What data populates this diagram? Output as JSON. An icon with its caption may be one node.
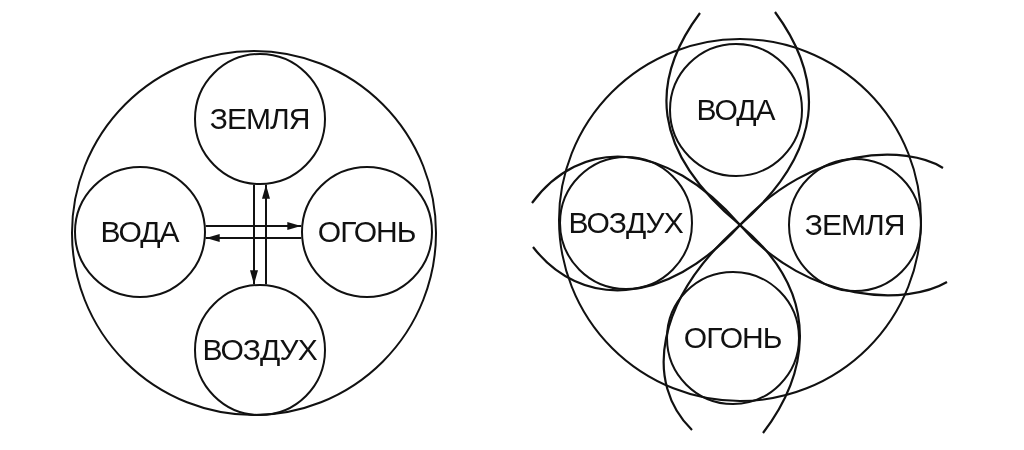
{
  "diagram": {
    "nodes": [
      {
        "text": [],
        "shape": "circle"
      },
      {
        "text": [
          "ЗЕМЛЯ"
        ],
        "in": 0
      },
      {
        "text": [
          "ВОДА"
        ],
        "in": 0
      },
      {
        "text": [
          "ОГОНЬ"
        ],
        "in": 0
      },
      {
        "text": [
          "ВОЗДУХ"
        ],
        "in": 0
      },
      {
        "text": [],
        "shape": "circle"
      },
      {
        "text": [
          "ВОДА"
        ],
        "in": 5
      },
      {
        "text": [
          "ВОЗДУХ"
        ],
        "in": 5
      },
      {
        "text": [
          "ЗЕМЛЯ"
        ],
        "in": 5
      },
      {
        "text": [
          "ОГОНЬ"
        ],
        "in": 5
      }
    ],
    "edges": [
      {
        "from": 1,
        "to": 4,
        "arrow": "to"
      },
      {
        "from": 4,
        "to": 1,
        "arrow": "to"
      },
      {
        "from": 2,
        "to": 3,
        "arrow": "to"
      },
      {
        "from": 3,
        "to": 2,
        "arrow": "to"
      }
    ]
  }
}
